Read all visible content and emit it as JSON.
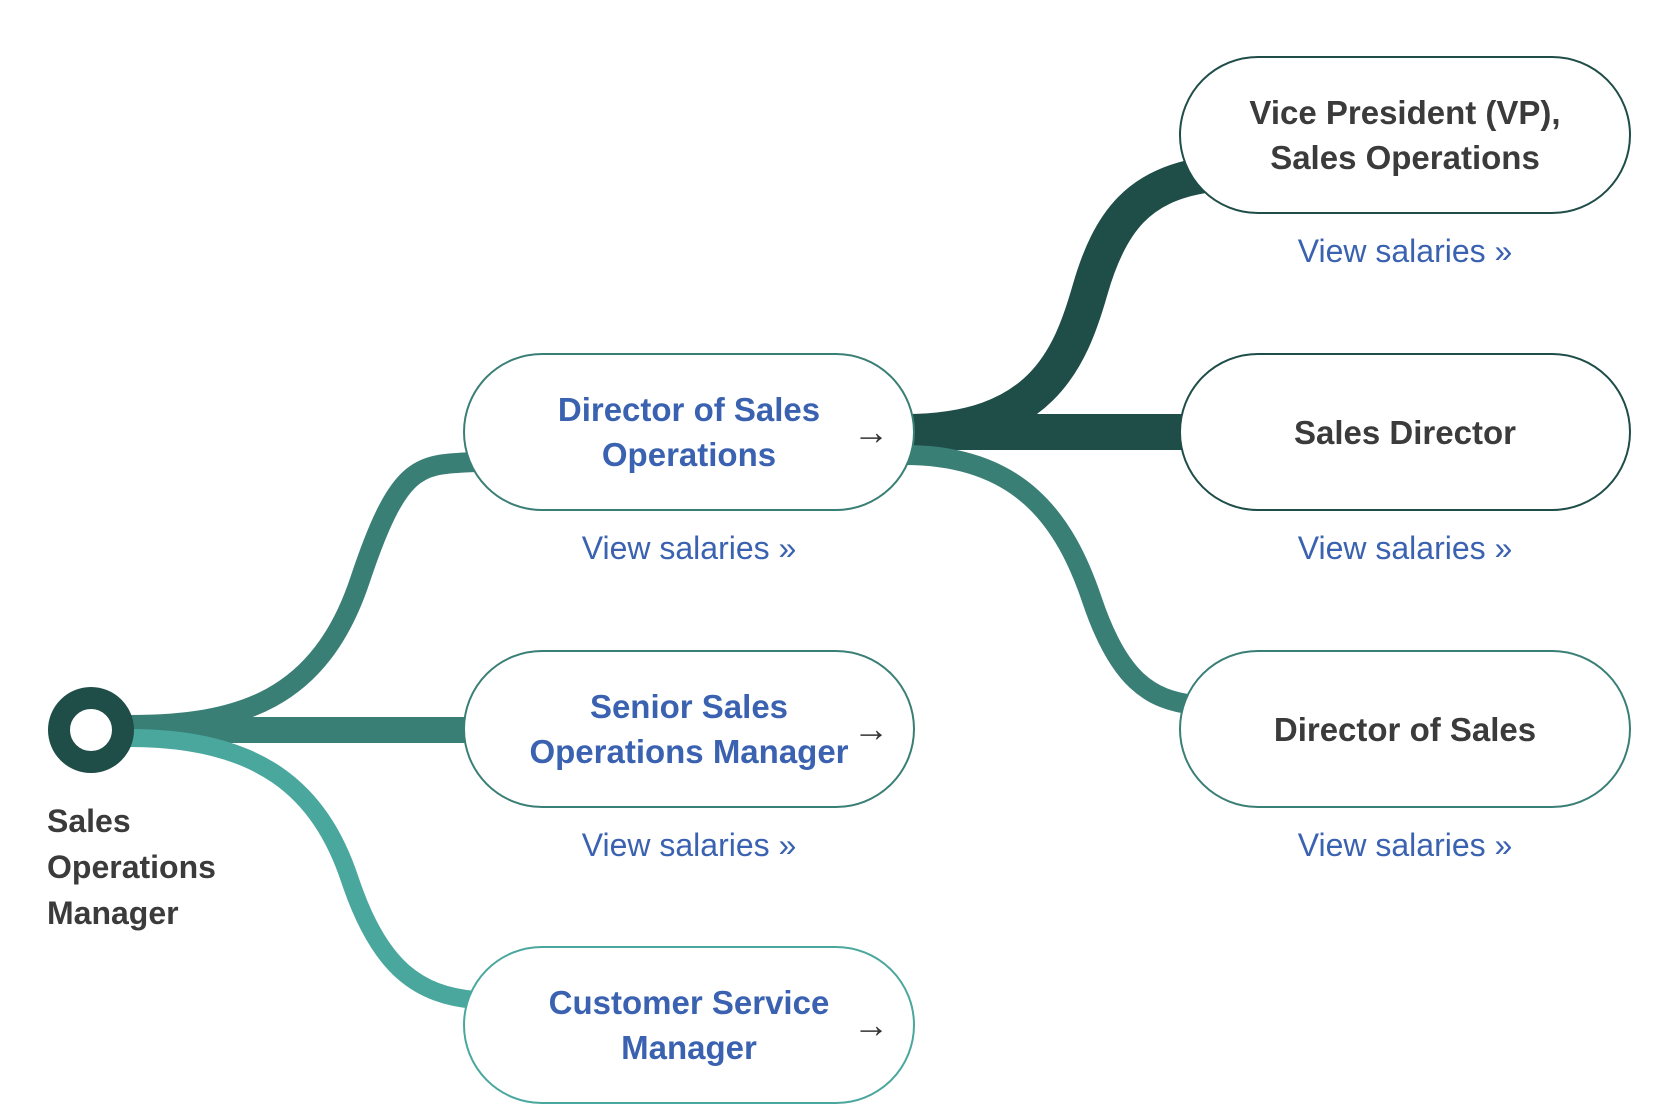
{
  "colors": {
    "dark": "#1f4d48",
    "mid": "#3a7f76",
    "light": "#4aa79d",
    "link": "#3a62b0",
    "text": "#3b3b3b"
  },
  "root": {
    "label": "Sales Operations Manager"
  },
  "next_roles": [
    {
      "title": "Director of Sales Operations",
      "link": "View salaries »",
      "icon": "arrow-right-icon"
    },
    {
      "title": "Senior Sales Operations Manager",
      "link": "View salaries »",
      "icon": "arrow-right-icon"
    },
    {
      "title": "Customer Service Manager",
      "icon": "arrow-right-icon"
    }
  ],
  "further_roles": [
    {
      "title": "Vice President (VP), Sales Operations",
      "link": "View salaries »"
    },
    {
      "title": "Sales Director",
      "link": "View salaries »"
    },
    {
      "title": "Director of Sales",
      "link": "View salaries »"
    }
  ]
}
